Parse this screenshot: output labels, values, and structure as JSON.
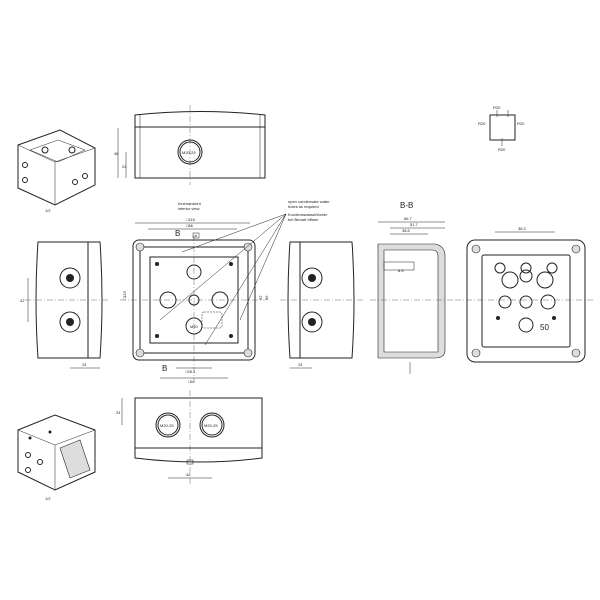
{
  "views": {
    "interior_view_de": "Innenansicht",
    "interior_view_en": "interior view",
    "section_label": "B-B",
    "section_marker": "B",
    "detail_marker": "A",
    "iso_scale_top": "1/2",
    "iso_scale_bottom": "1/2"
  },
  "notes": {
    "condensate_en_1": "open condensate water",
    "condensate_en_2": "holes as required",
    "condensate_de_1": "Kondenswasserlöcher",
    "condensate_de_2": "bei Bedarf öffnen"
  },
  "glands": {
    "label": "M20-25",
    "small_label": "M20"
  },
  "dimensions": {
    "outer_square": "□116",
    "inner_square": "□86",
    "bottom_inner": "□28.1",
    "bottom_outer": "□60",
    "height_total": "48",
    "height_gland": "24",
    "gland_spacing": "42",
    "section_total": "66.7",
    "section_mid": "51.7",
    "section_inner": "38.5",
    "section_wall": "8.5",
    "back_width": "38.2",
    "back_center": "50",
    "side_a": "62",
    "side_b": "86",
    "mini_r": "R20"
  }
}
